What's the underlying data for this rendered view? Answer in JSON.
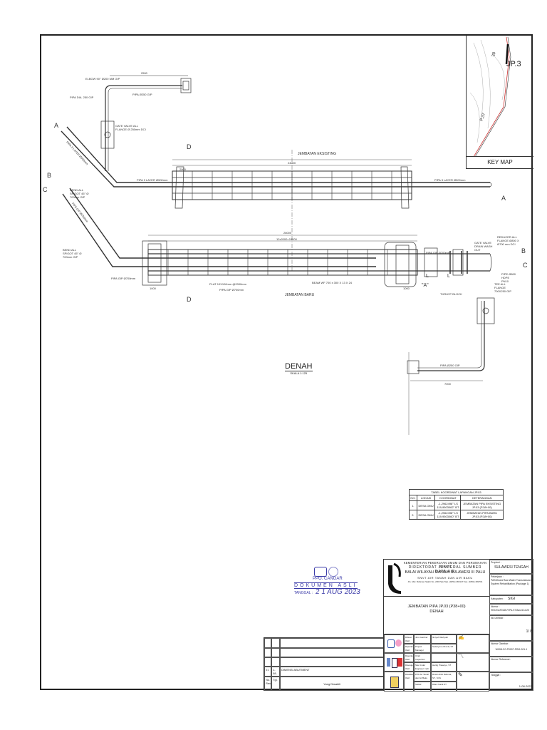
{
  "keymap": {
    "title": "KEY MAP",
    "label_jp": "JP.3",
    "label_38": "38",
    "label_p37": "P.37"
  },
  "plan": {
    "title": "DENAH",
    "scale": "SKALA 1:125",
    "labels": {
      "elbow": "ELBOW 90° Ø200 MM GIP",
      "pipa_dia_250": "PIPA DIA. 250 GIP",
      "pipa_250_gip_top": "PIPA Ø250 GIP",
      "gate_valve": "GATE VALVE ALL FLANGE Ø 250mm DCI",
      "dim_2500": "2500",
      "jembatan_existing": "JEMBATAN EKSISTING",
      "dim_24000": "24000",
      "dim_2000": "2000",
      "pipa_3layer_left": "PIPA 3 LAYER Ø500mm",
      "pipa_3layer_right": "PIPA 3 LAYER Ø500mm",
      "pipa_3layer_diag": "PIPA 3 LAYER Ø500mm",
      "bend_spigot_top": "BEND ALL SPIGOT 45° Ø 700mm GIP",
      "bend_spigot_bottom": "BEND ALL SPIGOT 45° Ø 700mm GIP",
      "pipa_gip_diag": "PIPA GIP Ø700mm",
      "pipa_gip_700_left": "PIPA GIP Ø700mm",
      "dim_28000": "28000",
      "dim_12x": "12x2000=24000",
      "dim_1000": "1000",
      "plat": "PLAT 10X100mm @2000mm",
      "pipa_gip_700_bottom": "PIPA GIP Ø700mm",
      "beam": "BEAM WF 700 x 300 X 13 X 24",
      "jembatan_baru": "JEMBATAN BARU",
      "pipa_gip_700_right": "PIPA GIP Ø700mm",
      "view_a": "\"A\"",
      "thrust_block": "THRUST BLOCK",
      "gate_valve_drain": "GATE VALVE DRAIN WASH OUT",
      "reducer": "REDUCER ALL FLANGE Ø800 X Ø700 mm DCI",
      "pipe_hdpe": "PIPE Ø800 HDPE PN10",
      "tee": "TEE ALL FLANGE 700X250 GIP",
      "pipa_250_gip_lower": "PIPA Ø250 GIP",
      "dim_7000": "7000",
      "sec_a": "A",
      "sec_b": "B",
      "sec_c": "C",
      "sec_d": "D",
      "sec_l": "L"
    }
  },
  "coord_table": {
    "title": "TABEL KOORDINAT LAPANGAN JP.03",
    "headers": [
      "NO.",
      "LOKASI",
      "KOORDINAT",
      "KETERANGAN"
    ],
    "rows": [
      {
        "no": "1.",
        "lokasi": "DESA OMU",
        "koordinat_ls": "-1,2962498° LS",
        "koordinat_bt": "119,9503062° BT",
        "ket1": "JEMBATAN PIPA EKSISTING",
        "ket2": "JP.03 (P.38+00)"
      },
      {
        "no": "2.",
        "lokasi": "DESA OMU",
        "koordinat_ls": "-1,2962498° LS",
        "koordinat_bt": "119,9503060° BT",
        "ket1": "JEMBATAN PIPA BARU",
        "ket2": "JP.03 (P.38+00)"
      }
    ]
  },
  "stamp": {
    "org": "PPO. CANGAR",
    "doc": "DOKUMEN ASLI",
    "date_label": "TANGGAL :",
    "date": "2 1 AUG 2023"
  },
  "title_block": {
    "ministry": "KEMENTERIAN PEKERJAAN UMUM DAN PERUMAHAN RAKYAT",
    "directorate": "DIREKTORAT JENDERAL SUMBER DAYA AIR",
    "balai": "BALAI WILAYAH SUNGAI SULAWESI III PALU",
    "unit": "SNVT AIR TANAH DAN AIR BAKU",
    "address": "Jln. Abd. Rahman Saleh No. 230 Palu Telp. (0451) 482147 Fax. (0451) 482701",
    "drawing_title": "JEMBATAN PIPA JP.03 (P38+00)",
    "drawing_subtitle": "DENAH",
    "province_label": "Propinsi :",
    "province": "SULAWESI TENGAH",
    "work_label": "Pekerjaan :",
    "work": "PASIGALA Raw Water Transmission System Rehabilitation (Package 1)",
    "regency_label": "Kabupaten :",
    "regency": "SIGI",
    "number_label": "Nomor :",
    "number": "HK0201/AT/AB-PJPA-ST-Baru/13-625",
    "sheet_label": "No Lembar :",
    "sheet": "1/ 8",
    "drawing_no_label": "Nomor Gambar :",
    "drawing_no": "W098-C0-P0007-PBG-001-1",
    "ref_label": "Nomor Referensi :",
    "ref": "",
    "date_label": "Tanggal :",
    "date": "1-08-2023",
    "signatures": [
      {
        "role": "Dibuat Oleh",
        "title": "Juru Gambar",
        "name": "Ilmiyah Wahyudi"
      },
      {
        "role": "Diperiksa Oleh",
        "title": "Project Manager",
        "name": "Sudaryono M.H.R, ST"
      },
      {
        "role": "Diperiksa Oleh",
        "title": "Chief Inspection",
        "name": ""
      },
      {
        "role": "Disetujui Oleh",
        "title": "Site Under Engineer / QC Team Leader",
        "name": "Hartig Prasetyo, ST"
      },
      {
        "role": "Disahkan Oleh",
        "title": "PPK Air Tanah dan Air Baku",
        "name": "Rusdi Ahlul Rahmat, ST., M.Si"
      },
      {
        "role": "",
        "title": "Subdir",
        "name": "Dilan Nunik ST"
      }
    ]
  },
  "revisions": {
    "rows": [
      {
        "no": "",
        "date": "",
        "desc": ""
      },
      {
        "no": "",
        "date": "",
        "desc": ""
      },
      {
        "no": "",
        "date": "",
        "desc": ""
      },
      {
        "no": "01",
        "date": "1-08-23",
        "desc": "DIMENSI ABUTMENT"
      }
    ],
    "headers": {
      "no": "No. Rev",
      "date": "Tgl.",
      "desc": "Yang Diwakili"
    }
  }
}
